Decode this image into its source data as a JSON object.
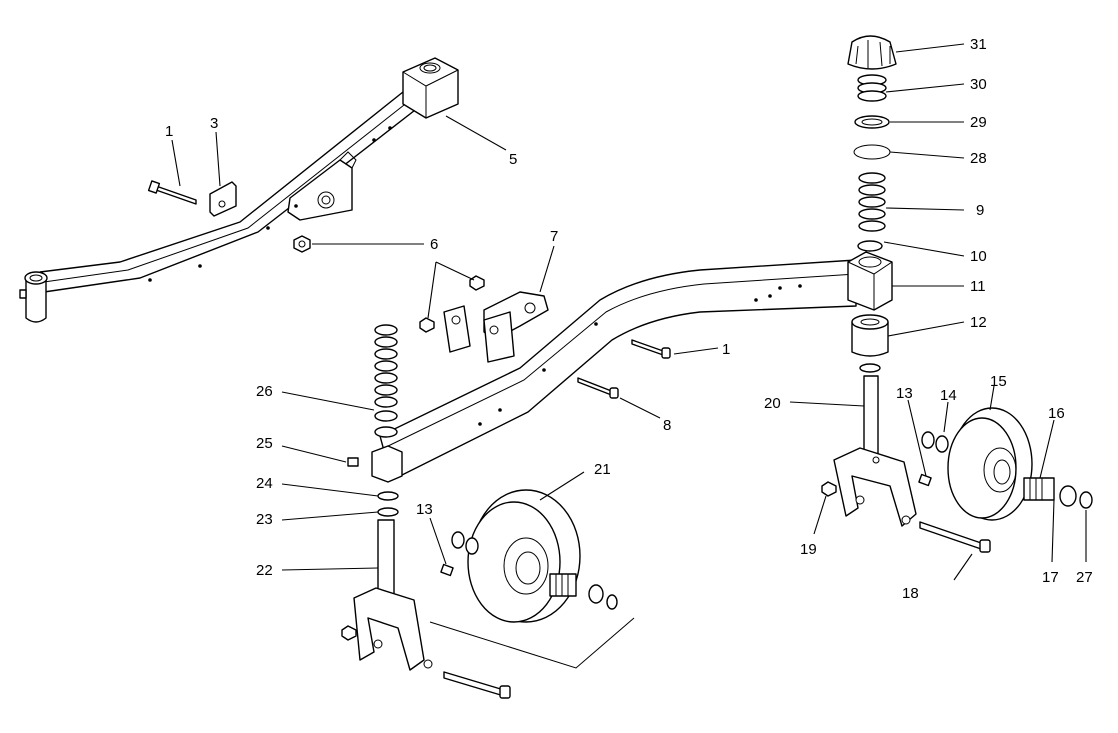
{
  "callouts": [
    {
      "id": "c1a",
      "label": "1"
    },
    {
      "id": "c3",
      "label": "3"
    },
    {
      "id": "c5",
      "label": "5"
    },
    {
      "id": "c6",
      "label": "6"
    },
    {
      "id": "c7",
      "label": "7"
    },
    {
      "id": "c1b",
      "label": "1"
    },
    {
      "id": "c8",
      "label": "8"
    },
    {
      "id": "c26",
      "label": "26"
    },
    {
      "id": "c25",
      "label": "25"
    },
    {
      "id": "c24",
      "label": "24"
    },
    {
      "id": "c23",
      "label": "23"
    },
    {
      "id": "c22",
      "label": "22"
    },
    {
      "id": "c13a",
      "label": "13"
    },
    {
      "id": "c21",
      "label": "21"
    },
    {
      "id": "c31",
      "label": "31"
    },
    {
      "id": "c30",
      "label": "30"
    },
    {
      "id": "c29",
      "label": "29"
    },
    {
      "id": "c28",
      "label": "28"
    },
    {
      "id": "c9",
      "label": "9"
    },
    {
      "id": "c10",
      "label": "10"
    },
    {
      "id": "c11",
      "label": "11"
    },
    {
      "id": "c12",
      "label": "12"
    },
    {
      "id": "c20",
      "label": "20"
    },
    {
      "id": "c13b",
      "label": "13"
    },
    {
      "id": "c14",
      "label": "14"
    },
    {
      "id": "c15",
      "label": "15"
    },
    {
      "id": "c16",
      "label": "16"
    },
    {
      "id": "c19",
      "label": "19"
    },
    {
      "id": "c18",
      "label": "18"
    },
    {
      "id": "c17",
      "label": "17"
    },
    {
      "id": "c27",
      "label": "27"
    }
  ]
}
